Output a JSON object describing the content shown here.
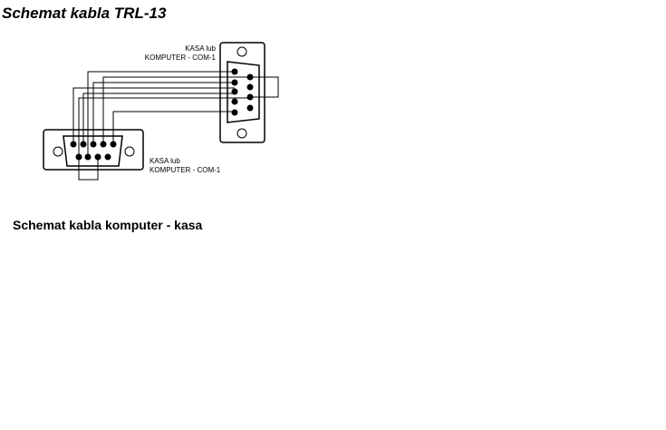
{
  "title": "Schemat kabla TRL-13",
  "subtitle": "Schemat kabla komputer - kasa",
  "connector_top": {
    "line1": "KASA lub",
    "line2": "KOMPUTER - COM-1"
  },
  "connector_bottom": {
    "line1": "KASA lub",
    "line2": "KOMPUTER - COM-1"
  }
}
